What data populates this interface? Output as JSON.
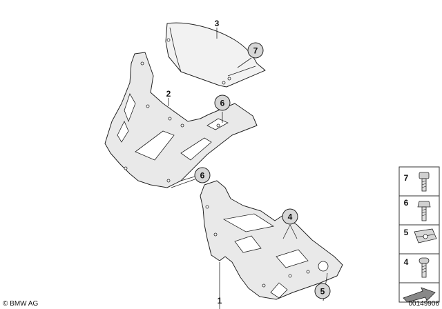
{
  "callouts": {
    "c1": "1",
    "c2": "2",
    "c3": "3",
    "c4": "4",
    "c5": "5",
    "c6a": "6",
    "c6b": "6",
    "c7": "7"
  },
  "legend": {
    "items": [
      {
        "num": "7",
        "icon": "socket-head-screw-icon"
      },
      {
        "num": "6",
        "icon": "hex-head-bolt-icon"
      },
      {
        "num": "5",
        "icon": "spring-nut-clip-icon"
      },
      {
        "num": "4",
        "icon": "torx-screw-icon"
      }
    ],
    "arrow_icon": "direction-arrow-icon"
  },
  "footer": {
    "copyright": "© BMW AG",
    "diagram_id": "00149906"
  }
}
